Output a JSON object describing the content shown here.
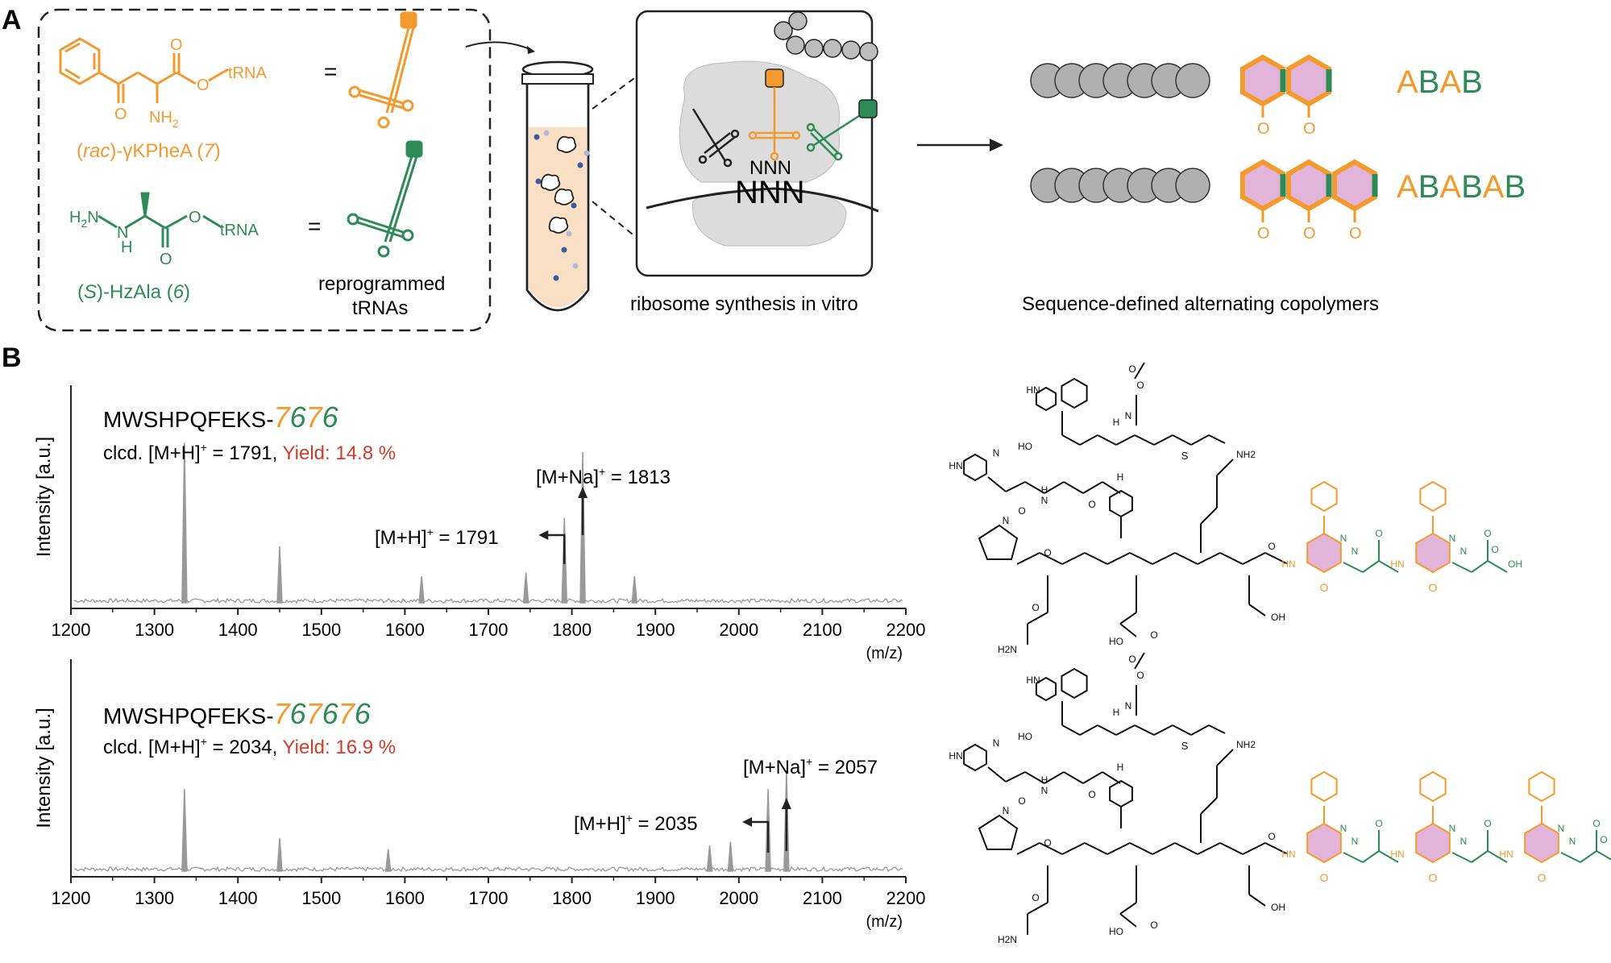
{
  "panel_a": {
    "letter": "A",
    "compound7": {
      "prefix": "(",
      "rac": "rac",
      "suffix": ")-γKPheA (",
      "num": "7",
      "close": ")",
      "otrna": "O",
      "trna": "tRNA",
      "nh2": "NH",
      "nh2_sub": "2",
      "keto": "O",
      "ester_o": "O"
    },
    "compound6": {
      "prefix": "(",
      "s": "S",
      "suffix": ")-HzAla (",
      "num": "6",
      "close": ")",
      "h2n": "H",
      "h2n_sub": "2",
      "h2n_n": "N",
      "nh": "N",
      "nh_h": "H",
      "ester_o": "O",
      "otrna": "O",
      "trna": "tRNA",
      "keto": "O"
    },
    "equals": "=",
    "reprogrammed_label": [
      "reprogrammed",
      "tRNAs"
    ],
    "ribosome_label": "ribosome synthesis in vitro",
    "codons_top": "NNN",
    "codons_bottom": "NNN",
    "copolymer_title": "Sequence-defined alternating copolymers",
    "seq1": [
      "A",
      "B",
      "A",
      "B"
    ],
    "seq2": [
      "A",
      "B",
      "A",
      "B",
      "A",
      "B"
    ],
    "carbonyl_o": "O"
  },
  "panel_b": {
    "letter": "B",
    "spectra": [
      {
        "seq_prefix": "MWSHPQFEKS-",
        "seq_suffix": [
          "7",
          "6",
          "7",
          "6"
        ],
        "calcd_text": "clcd. [M+H]",
        "calcd_sup": "+",
        "calcd_value": " = 1791, ",
        "yield_text": "Yield: 14.8 %",
        "ylabel": "Intensity [a.u.]",
        "xlabel": "(m/z)",
        "xticks": [
          "1200",
          "1300",
          "1400",
          "1500",
          "1600",
          "1700",
          "1800",
          "1900",
          "2000",
          "2100",
          "2200"
        ],
        "ann_mna": {
          "pre": "[M+Na]",
          "sup": "+",
          "post": " = 1813"
        },
        "ann_mh": {
          "pre": "[M+H]",
          "sup": "+",
          "post": " = 1791"
        },
        "peaks": [
          [
            1336,
            0.85
          ],
          [
            1450,
            0.3
          ],
          [
            1620,
            0.14
          ],
          [
            1745,
            0.16
          ],
          [
            1791,
            0.45
          ],
          [
            1813,
            0.8
          ],
          [
            1875,
            0.14
          ]
        ]
      },
      {
        "seq_prefix": "MWSHPQFEKS-",
        "seq_suffix": [
          "7",
          "6",
          "7",
          "6",
          "7",
          "6"
        ],
        "calcd_text": "clcd. [M+H]",
        "calcd_sup": "+",
        "calcd_value": " = 2034, ",
        "yield_text": "Yield: 16.9 %",
        "ylabel": "Intensity [a.u.]",
        "xlabel": "(m/z)",
        "xticks": [
          "1200",
          "1300",
          "1400",
          "1500",
          "1600",
          "1700",
          "1800",
          "1900",
          "2000",
          "2100",
          "2200"
        ],
        "ann_mna": {
          "pre": "[M+Na]",
          "sup": "+",
          "post": " = 2057"
        },
        "ann_mh": {
          "pre": "[M+H]",
          "sup": "+",
          "post": " = 2035"
        },
        "peaks": [
          [
            1336,
            0.45
          ],
          [
            1450,
            0.18
          ],
          [
            1580,
            0.12
          ],
          [
            1965,
            0.14
          ],
          [
            1990,
            0.16
          ],
          [
            2035,
            0.45
          ],
          [
            2057,
            0.55
          ]
        ]
      }
    ],
    "struct_labels": {
      "nh2": "NH",
      "nh2_sub": "2",
      "h2n": "H",
      "h2n_sub": "2",
      "h2n_n": "N",
      "oh": "OH",
      "hn": "HN",
      "n": "N",
      "nh": "NH",
      "ho": "HO",
      "s": "S",
      "o": "O",
      "h": "H"
    }
  },
  "colors": {
    "orange": "#F39A2E",
    "green": "#2E8B57",
    "red": "#D23B2B",
    "gray": "#999999",
    "pink": "#E3B4DA",
    "ribosome": "#DCDCDC",
    "tube": "#F9DFC3"
  }
}
